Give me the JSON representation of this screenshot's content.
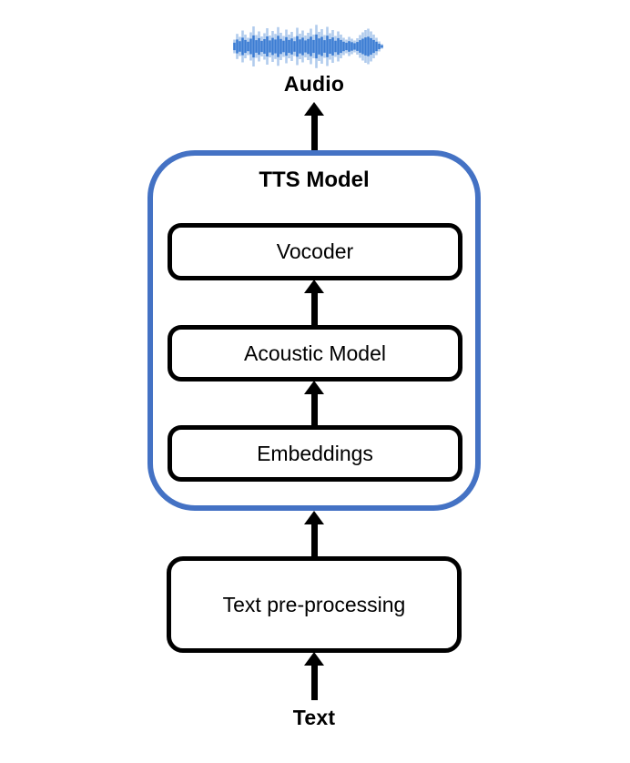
{
  "diagram": {
    "output_label": "Audio",
    "input_label": "Text",
    "tts_container": {
      "title": "TTS Model",
      "border_color": "#4472C4"
    },
    "blocks": [
      {
        "id": "vocoder",
        "label": "Vocoder"
      },
      {
        "id": "acoustic-model",
        "label": "Acoustic Model"
      },
      {
        "id": "embeddings",
        "label": "Embeddings"
      }
    ],
    "preprocessing_label": "Text pre-processing",
    "box_border_color": "#000000",
    "arrow_color": "#000000",
    "waveform": {
      "color": "#3B7CD3",
      "amplitudes": [
        0.3,
        0.55,
        0.42,
        0.7,
        0.52,
        0.38,
        0.62,
        0.88,
        0.5,
        0.66,
        0.44,
        0.58,
        0.8,
        0.48,
        0.68,
        0.55,
        0.85,
        0.6,
        0.46,
        0.74,
        0.52,
        0.64,
        0.42,
        0.82,
        0.56,
        0.7,
        0.48,
        0.6,
        0.78,
        0.52,
        0.95,
        0.64,
        0.76,
        0.5,
        0.86,
        0.58,
        0.72,
        0.46,
        0.66,
        0.52,
        0.38,
        0.3,
        0.42,
        0.34,
        0.26,
        0.36,
        0.5,
        0.62,
        0.72,
        0.78,
        0.66,
        0.52,
        0.38,
        0.22,
        0.1
      ]
    }
  }
}
